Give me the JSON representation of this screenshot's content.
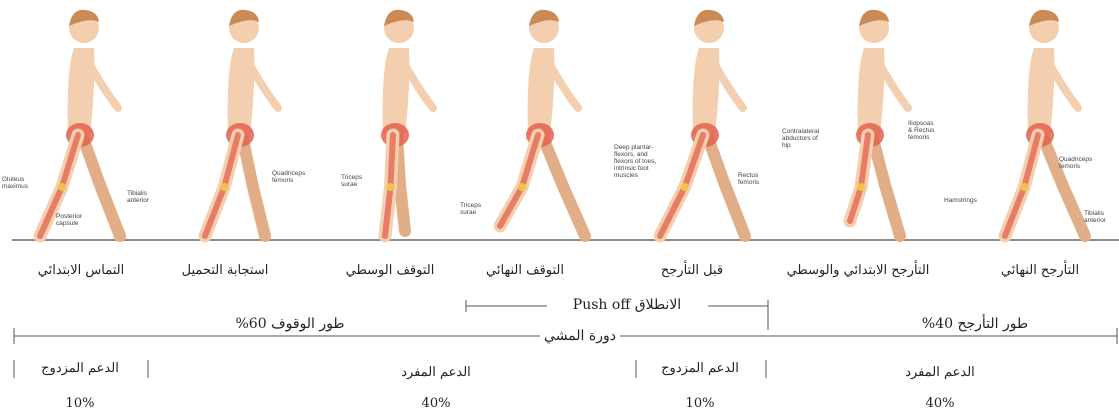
{
  "phases": [
    "التماس الابتدائي",
    "استجابة التحميل",
    "التوقف الوسطي",
    "التوقف النهائي",
    "قبل التأرجح",
    "التأرجح الابتدائي والوسطي",
    "التأرجح النهائي"
  ],
  "stance_phase": "طور الوقوف 60%",
  "push_off": "الانطلاق Push off",
  "swing_phase": "طور التأرجح 40%",
  "gait_cycle": "دورة المشي",
  "support": [
    {
      "label": "الدعم المزدوج",
      "percent": "10%"
    },
    {
      "label": "الدعم المفرد",
      "percent": "40%"
    },
    {
      "label": "الدعم المزدوج",
      "percent": "10%"
    },
    {
      "label": "الدعم المفرد",
      "percent": "40%"
    }
  ],
  "muscle_labels": {
    "gluteus": "Gluteus\nmaximus",
    "tibialis1": "Tibialis\nanterior",
    "capsule": "Posterior\ncapsule",
    "quad1": "Quadriceps\nfemoris",
    "triceps1": "Triceps\nsurae",
    "triceps2": "Triceps\nsurae",
    "deep": "Deep plantar-\nflexors, and\nflexors of toes,\nintrinsic foot\nmuscles",
    "rectus": "Rectus\nfemoris",
    "contra": "Contralateral\nabductors of\nhip",
    "iliopsoas": "Iliopsoas\n& Rectus\nfemoris",
    "quad2": "Quadriceps\nfemoris",
    "hamstrings": "Hamstrings",
    "tibialis2": "Tibialis\nanterior"
  },
  "colors": {
    "skin": "#f3cfb0",
    "skin_shadow": "#e2ae88",
    "hair": "#c98a56",
    "muscle": "#e4614e",
    "bone": "#f1c24a",
    "ground": "#8c8c8c"
  }
}
